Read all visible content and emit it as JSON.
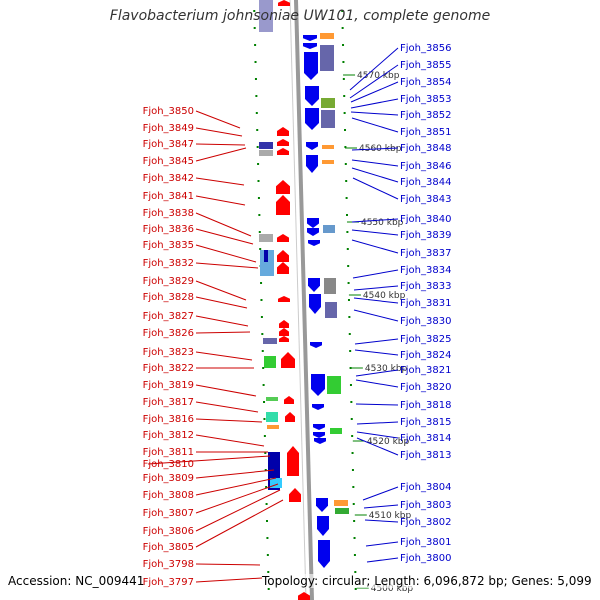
{
  "title": "Flavobacterium johnsoniae UW101, complete genome",
  "accession": "Accession: NC_009441",
  "summary": "Topology: circular; Length: 6,096,872 bp; Genes: 5,099",
  "colors": {
    "backbone": "#999999",
    "left_label": "#cc0000",
    "right_label": "#0000cc",
    "tick": "#008000"
  },
  "scale_labels": [
    "4570 kbp",
    "4560 kbp",
    "4550 kbp",
    "4540 kbp",
    "4530 kbp",
    "4520 kbp",
    "4510 kbp",
    "4500 kbp"
  ],
  "left_genes": [
    "Fjoh_3850",
    "Fjoh_3849",
    "Fjoh_3847",
    "Fjoh_3845",
    "Fjoh_3842",
    "Fjoh_3841",
    "Fjoh_3838",
    "Fjoh_3836",
    "Fjoh_3835",
    "Fjoh_3832",
    "Fjoh_3829",
    "Fjoh_3828",
    "Fjoh_3827",
    "Fjoh_3826",
    "Fjoh_3823",
    "Fjoh_3822",
    "Fjoh_3819",
    "Fjoh_3817",
    "Fjoh_3816",
    "Fjoh_3812",
    "Fjoh_3811",
    "Fjoh_3810",
    "Fjoh_3809",
    "Fjoh_3808",
    "Fjoh_3807",
    "Fjoh_3806",
    "Fjoh_3805",
    "Fjoh_3798",
    "Fjoh_3797"
  ],
  "right_genes": [
    "Fjoh_3856",
    "Fjoh_3855",
    "Fjoh_3854",
    "Fjoh_3853",
    "Fjoh_3852",
    "Fjoh_3851",
    "Fjoh_3848",
    "Fjoh_3846",
    "Fjoh_3844",
    "Fjoh_3843",
    "Fjoh_3840",
    "Fjoh_3839",
    "Fjoh_3837",
    "Fjoh_3834",
    "Fjoh_3833",
    "Fjoh_3831",
    "Fjoh_3830",
    "Fjoh_3825",
    "Fjoh_3824",
    "Fjoh_3821",
    "Fjoh_3820",
    "Fjoh_3818",
    "Fjoh_3815",
    "Fjoh_3814",
    "Fjoh_3813",
    "Fjoh_3804",
    "Fjoh_3803",
    "Fjoh_3802",
    "Fjoh_3801",
    "Fjoh_3800"
  ]
}
